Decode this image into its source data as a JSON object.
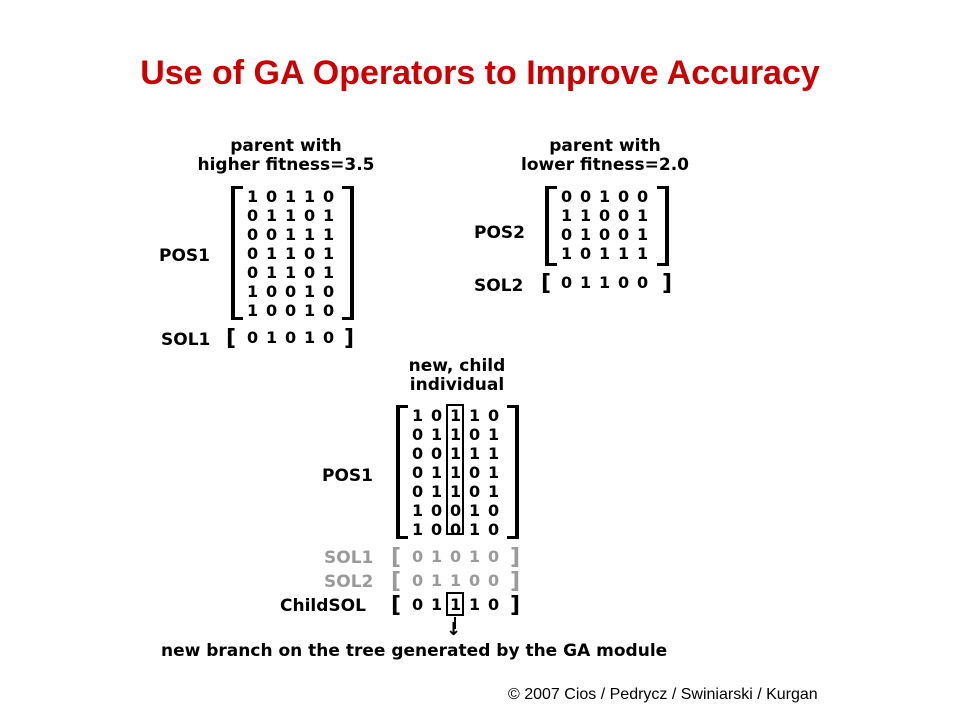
{
  "title": "Use of GA Operators to Improve Accuracy",
  "copyright": "© 2007 Cios / Pedrycz / Swiniarski / Kurgan",
  "parent1": {
    "caption_l1": "parent with",
    "caption_l2": "higher fitness=3.5",
    "pos_label": "POS1",
    "sol_label": "SOL1",
    "pos_rows": [
      "10110",
      "01101",
      "00111",
      "01101",
      "01101",
      "10010",
      "10010"
    ],
    "sol": "01010"
  },
  "parent2": {
    "caption_l1": "parent with",
    "caption_l2": "lower fitness=2.0",
    "pos_label": "POS2",
    "sol_label": "SOL2",
    "pos_rows": [
      "00100",
      "11001",
      "01001",
      "10111"
    ],
    "sol": "01100"
  },
  "child": {
    "caption_l1": "new, child",
    "caption_l2": "individual",
    "pos_label": "POS1",
    "sol1_label": "SOL1",
    "sol2_label": "SOL2",
    "child_label": "ChildSOL",
    "pos_rows": [
      "10110",
      "01101",
      "00111",
      "01101",
      "01101",
      "10010",
      "10010"
    ],
    "sol1": "01010",
    "sol2": "01100",
    "childsol": "01110",
    "highlight_column": 3
  },
  "arrow_glyph": "↓",
  "footer": "new branch on the tree generated by the GA module",
  "colors": {
    "title": "#cc0000",
    "faded": "#9a9a9a",
    "ink": "#000000"
  }
}
